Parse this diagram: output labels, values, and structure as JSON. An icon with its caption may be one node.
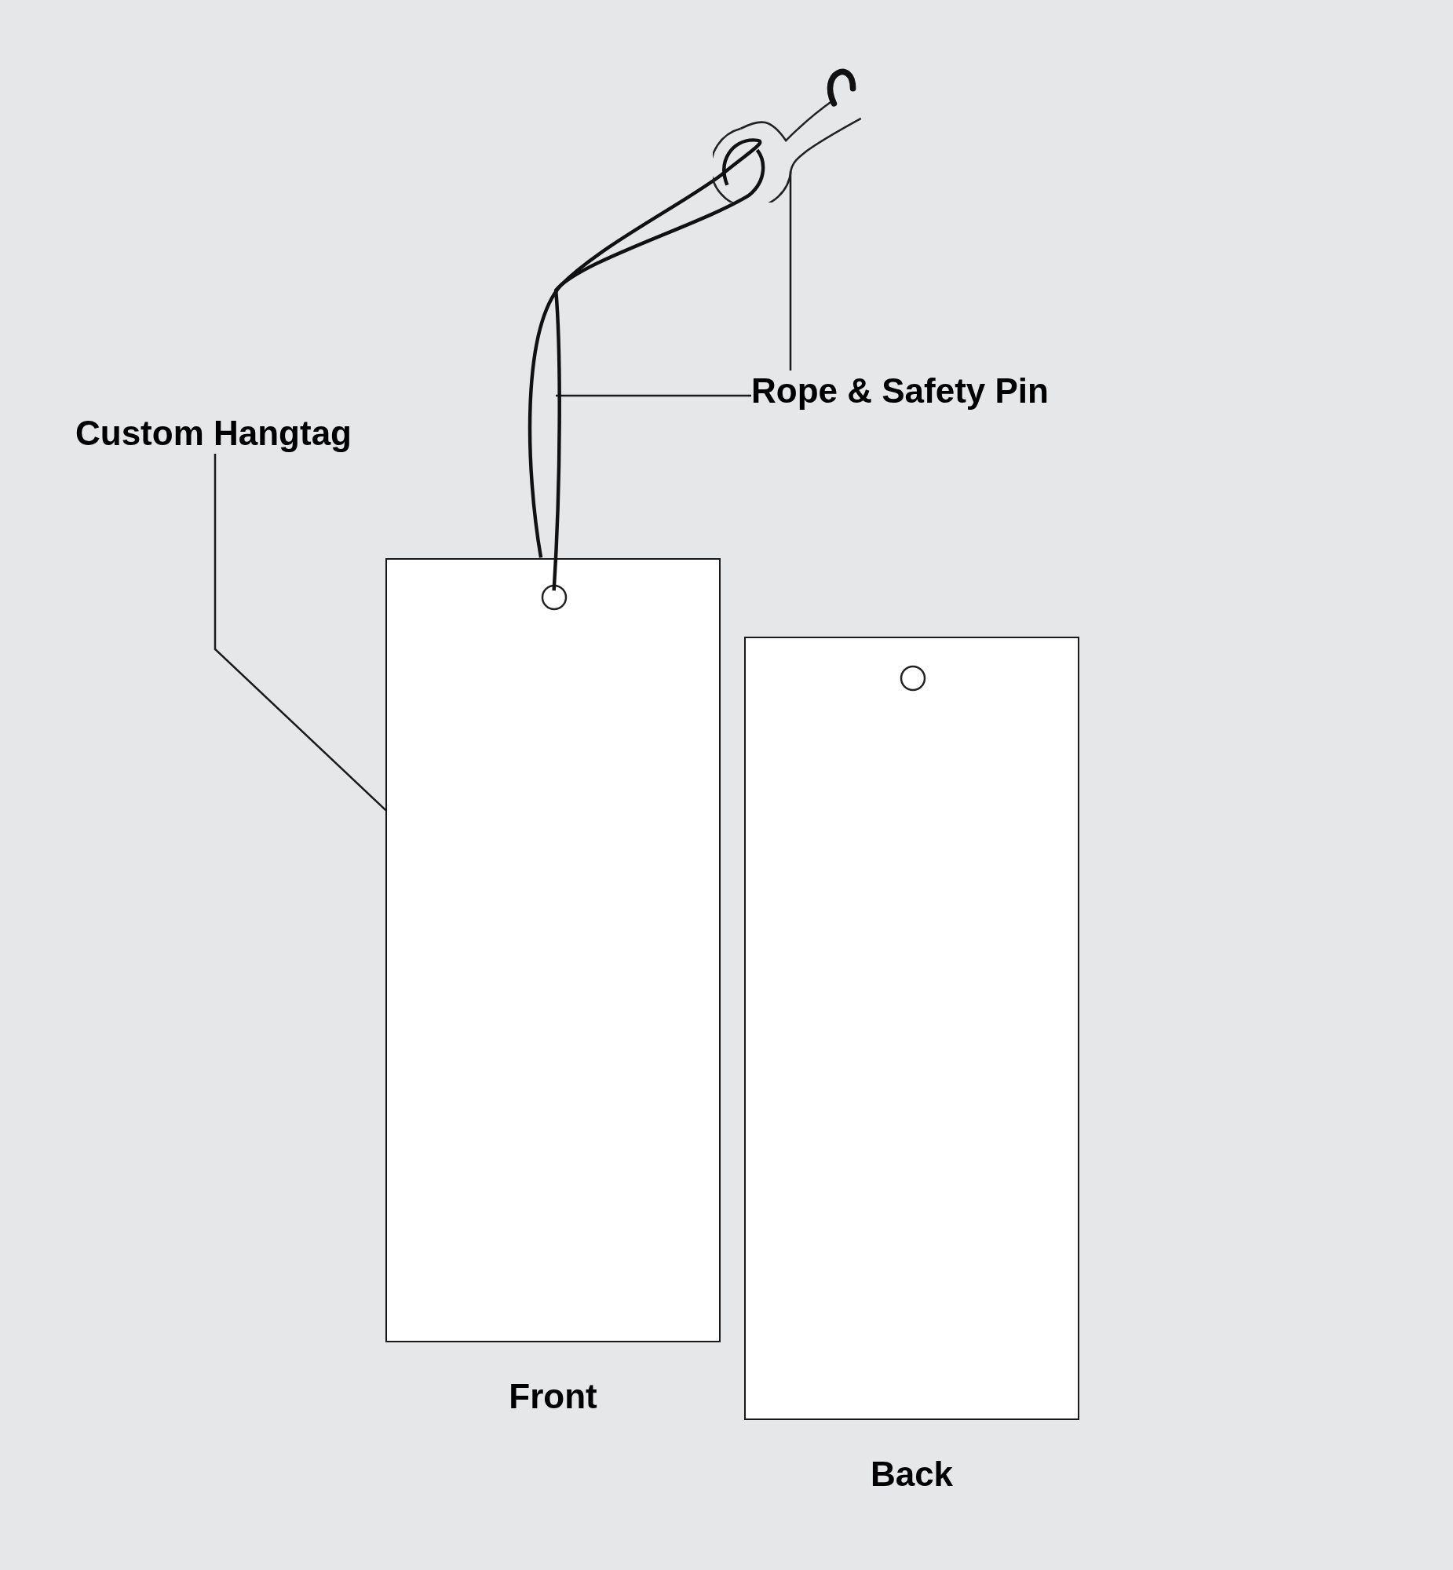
{
  "diagram": {
    "nodes": [
      {
        "text": [
          "Custom Hangtag"
        ]
      },
      {
        "text": [
          "Rope & Safety Pin"
        ]
      },
      {
        "text": [],
        "shape": "box",
        "beside": [
          "Front"
        ]
      },
      {
        "text": [],
        "shape": "box",
        "beside": [
          "Back"
        ]
      },
      {
        "text": [],
        "shape": "picture"
      },
      {
        "text": [],
        "shape": "picture"
      }
    ],
    "edges": [
      {
        "from": 0,
        "to": 2,
        "arrow": "none"
      },
      {
        "from": 1,
        "to": 4,
        "arrow": "none"
      },
      {
        "from": 1,
        "to": 5,
        "arrow": "none"
      }
    ]
  }
}
